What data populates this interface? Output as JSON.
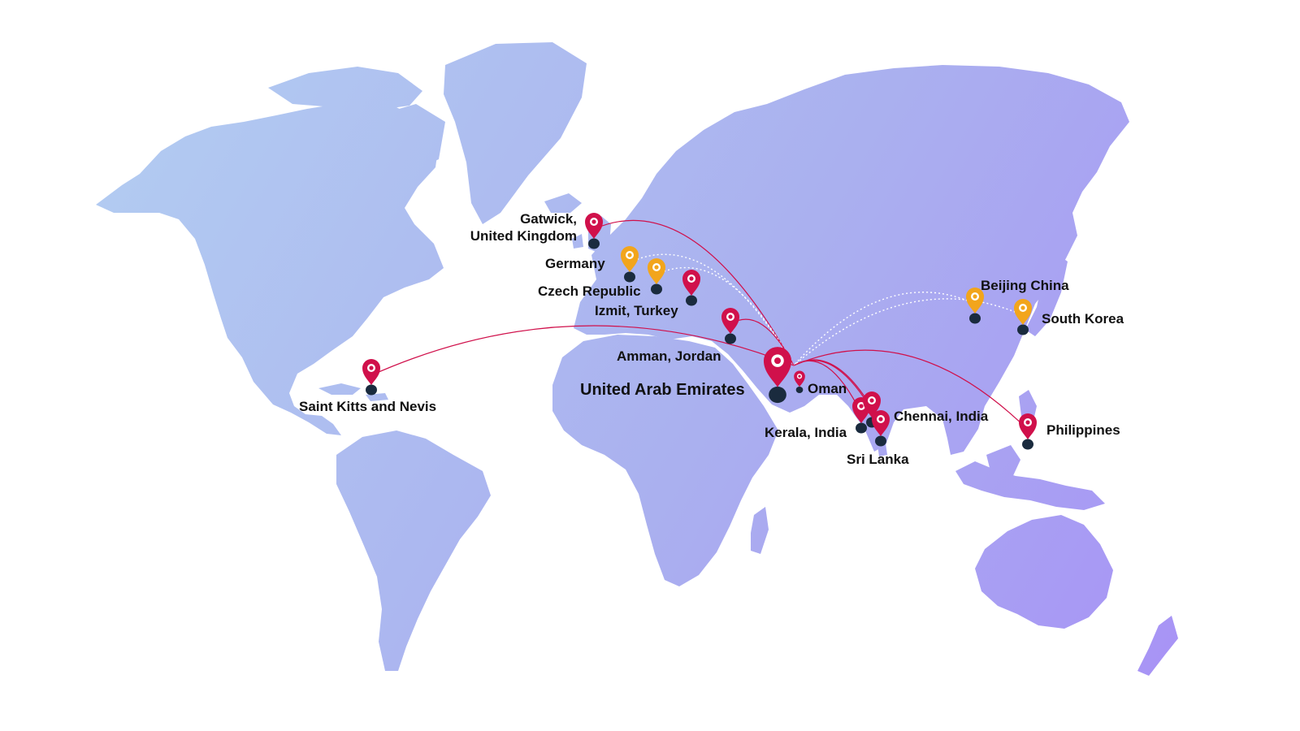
{
  "colors": {
    "land_left": "#b4d2f2",
    "land_right": "#a78cf7",
    "route_red": "#d0104b",
    "route_dotted": "#ffffff",
    "pin_red": "#d0104b",
    "pin_orange": "#f2a51c",
    "pin_base": "#1a2b3e"
  },
  "hub": {
    "label": "United Arab Emirates",
    "icon": "map-pin-icon"
  },
  "locations": [
    {
      "id": "gatwick",
      "label": "Gatwick,\nUnited Kingdom",
      "color": "red",
      "route": "solid"
    },
    {
      "id": "germany",
      "label": "Germany",
      "color": "orange",
      "route": "dotted"
    },
    {
      "id": "czech",
      "label": "Czech Republic",
      "color": "orange",
      "route": "dotted"
    },
    {
      "id": "izmit",
      "label": "Izmit, Turkey",
      "color": "red",
      "route": "none"
    },
    {
      "id": "amman",
      "label": "Amman, Jordan",
      "color": "red",
      "route": "solid"
    },
    {
      "id": "saint_kitts",
      "label": "Saint Kitts and Nevis",
      "color": "red",
      "route": "solid"
    },
    {
      "id": "oman",
      "label": "Oman",
      "color": "red",
      "route": "none"
    },
    {
      "id": "kerala",
      "label": "Kerala, India",
      "color": "red",
      "route": "solid"
    },
    {
      "id": "chennai",
      "label": "Chennai, India",
      "color": "red",
      "route": "solid"
    },
    {
      "id": "sri_lanka",
      "label": "Sri Lanka",
      "color": "red",
      "route": "solid"
    },
    {
      "id": "beijing",
      "label": "Beijing China",
      "color": "orange",
      "route": "dotted"
    },
    {
      "id": "south_korea",
      "label": "South Korea",
      "color": "orange",
      "route": "dotted"
    },
    {
      "id": "philippines",
      "label": "Philippines",
      "color": "red",
      "route": "solid"
    }
  ]
}
